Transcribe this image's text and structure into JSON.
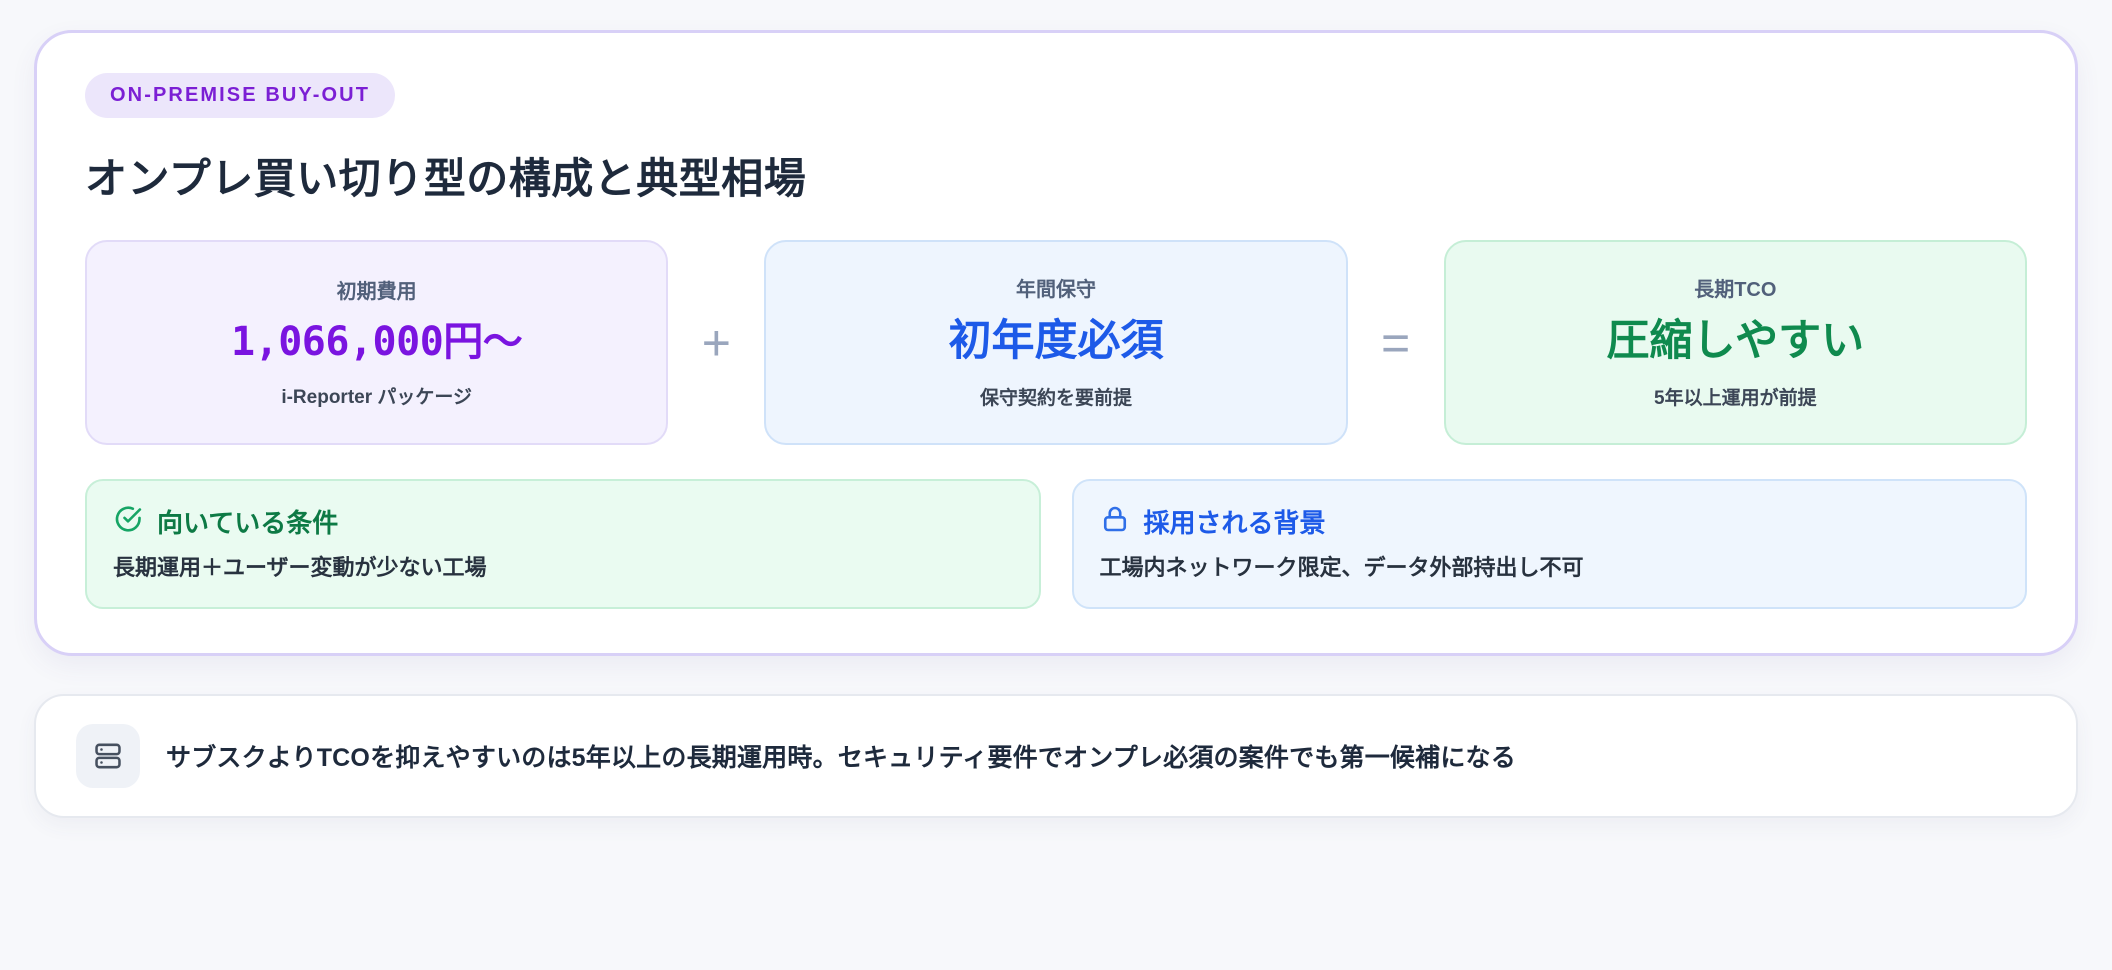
{
  "badge": {
    "label": "ON-PREMISE BUY-OUT"
  },
  "title": "オンプレ買い切り型の構成と典型相場",
  "metrics": {
    "cards": [
      {
        "label": "初期費用",
        "value": "1,066,000円〜",
        "note": "i-Reporter パッケージ",
        "accent": "#7a14e0",
        "background": "#f4f1fe",
        "border": "#e2dbf8"
      },
      {
        "label": "年間保守",
        "value": "初年度必須",
        "note": "保守契約を要前提",
        "accent": "#1d5ae8",
        "background": "#eef5fe",
        "border": "#cfe2f9"
      },
      {
        "label": "長期TCO",
        "value": "圧縮しやすい",
        "note": "5年以上運用が前提",
        "accent": "#0f8a4e",
        "background": "#e9faf0",
        "border": "#c5eed6"
      }
    ],
    "operators": [
      "+",
      "="
    ]
  },
  "panels": [
    {
      "icon": "check-circle-icon",
      "title": "向いている条件",
      "body": "長期運用＋ユーザー変動が少ない工場",
      "accent": "#0d7a45"
    },
    {
      "icon": "lock-icon",
      "title": "採用される背景",
      "body": "工場内ネットワーク限定、データ外部持出し不可",
      "accent": "#1d5ae8"
    }
  ],
  "footer": {
    "icon": "server-stack-icon",
    "text": "サブスクよりTCOを抑えやすいのは5年以上の長期運用時。セキュリティ要件でオンプレ必須の案件でも第一候補になる"
  }
}
